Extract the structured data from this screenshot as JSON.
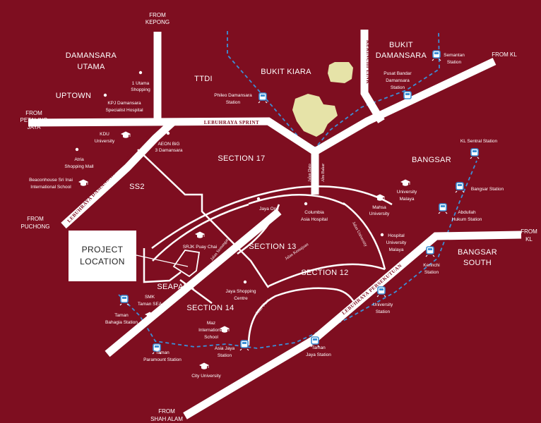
{
  "project": {
    "line1": "PROJECT",
    "line2": "LOCATION"
  },
  "areas": {
    "damansara_utama_1": "DAMANSARA",
    "damansara_utama_2": "UTAMA",
    "uptown": "UPTOWN",
    "ttdi": "TTDI",
    "bukit_kiara": "BUKIT KIARA",
    "bukit_damansara_1": "BUKIT",
    "bukit_damansara_2": "DAMANSARA",
    "section17": "SECTION 17",
    "ss2": "SS2",
    "bangsar": "BANGSAR",
    "section13": "SECTION 13",
    "section12": "SECTION 12",
    "seapark": "SEAPARK",
    "section14": "SECTION 14",
    "bangsar_south_1": "BANGSAR",
    "bangsar_south_2": "SOUTH"
  },
  "directions": {
    "kepong_1": "FROM",
    "kepong_2": "KEPONG",
    "kl_top_1": "FROM KL",
    "pj_1": "FROM",
    "pj_2": "PETALING",
    "pj_3": "JAYA",
    "puchong_1": "FROM",
    "puchong_2": "PUCHONG",
    "kl_right_1": "FROM",
    "kl_right_2": "KL",
    "shah_alam_1": "FROM",
    "shah_alam_2": "SHAH ALAM"
  },
  "roads": {
    "sprint": "LEBUHRAYA SPRINT",
    "ldp": "LEBUHRAYA DAMANSARA - PUCHONG (LDP)",
    "kerinchi": "KERINCHI LINK",
    "persekutuan": "LEBUHRAYA PERSEKUTUAN",
    "dato_abu_bakar_1": "Jalan Dato",
    "dato_abu_bakar_2": "Abu Bakar",
    "semangat": "Jalan Semangat",
    "kemajuan": "Jalan Kemajuan",
    "university": "Jalan University",
    "utara": "Jalan Utara"
  },
  "landmarks": {
    "one_utama_1": "1 Utama",
    "one_utama_2": "Shopping",
    "kpj_1": "KPJ Damansara",
    "kpj_2": "Specialist Hospital",
    "kdu_1": "KDU",
    "kdu_2": "University",
    "aeon_1": "AEON BiG",
    "aeon_2": "3 Damansara",
    "atria_1": "Atria",
    "atria_2": "Shopping Mall",
    "beaconhouse_1": "Beaconhouse Sri Inai",
    "beaconhouse_2": "International School",
    "jaya_one": "Jaya One",
    "columbia_1": "Columbia",
    "columbia_2": "Asia Hospital",
    "srjk": "SRJK Puay Chai",
    "um_1": "University",
    "um_2": "Malaya",
    "mahsa_1": "Mahsa",
    "mahsa_2": "University",
    "umh_1": "Hospital",
    "umh_2": "University",
    "umh_3": "Malaya",
    "jaya_shopping_1": "Jaya Shopping",
    "jaya_shopping_2": "Centre",
    "smk_1": "SMK",
    "smk_2": "Taman SEA",
    "maz_1": "Maz",
    "maz_2": "International",
    "maz_3": "School",
    "city_uni": "City University"
  },
  "stations": {
    "semantan_1": "Semantan",
    "semantan_2": "Station",
    "pusat_1": "Pusat Bandar",
    "pusat_2": "Damansara",
    "pusat_3": "Station",
    "phileo_1": "Phileo Damansara",
    "phileo_2": "Station",
    "kl_sentral": "KL Sentral Station",
    "bangsar": "Bangsar Station",
    "abdullah_1": "Abdullah",
    "abdullah_2": "Hukum Station",
    "kerinchi_1": "Kerinchi",
    "kerinchi_2": "Station",
    "university_1": "University",
    "university_2": "Station",
    "taman_jaya_1": "Taman",
    "taman_jaya_2": "Jaya Station",
    "asia_jaya_1": "Asia Jaya",
    "asia_jaya_2": "Station",
    "paramount_1": "Taman",
    "paramount_2": "Paramount Station",
    "bahagia_1": "Taman",
    "bahagia_2": "Bahagia Station"
  },
  "colors": {
    "background": "#7e0e20",
    "road": "#ffffff",
    "rail": "#3c8fd6",
    "park": "#e6e3a8"
  },
  "icons": [
    "train-icon",
    "graduation-cap-icon",
    "location-dot-icon",
    "park-area"
  ]
}
